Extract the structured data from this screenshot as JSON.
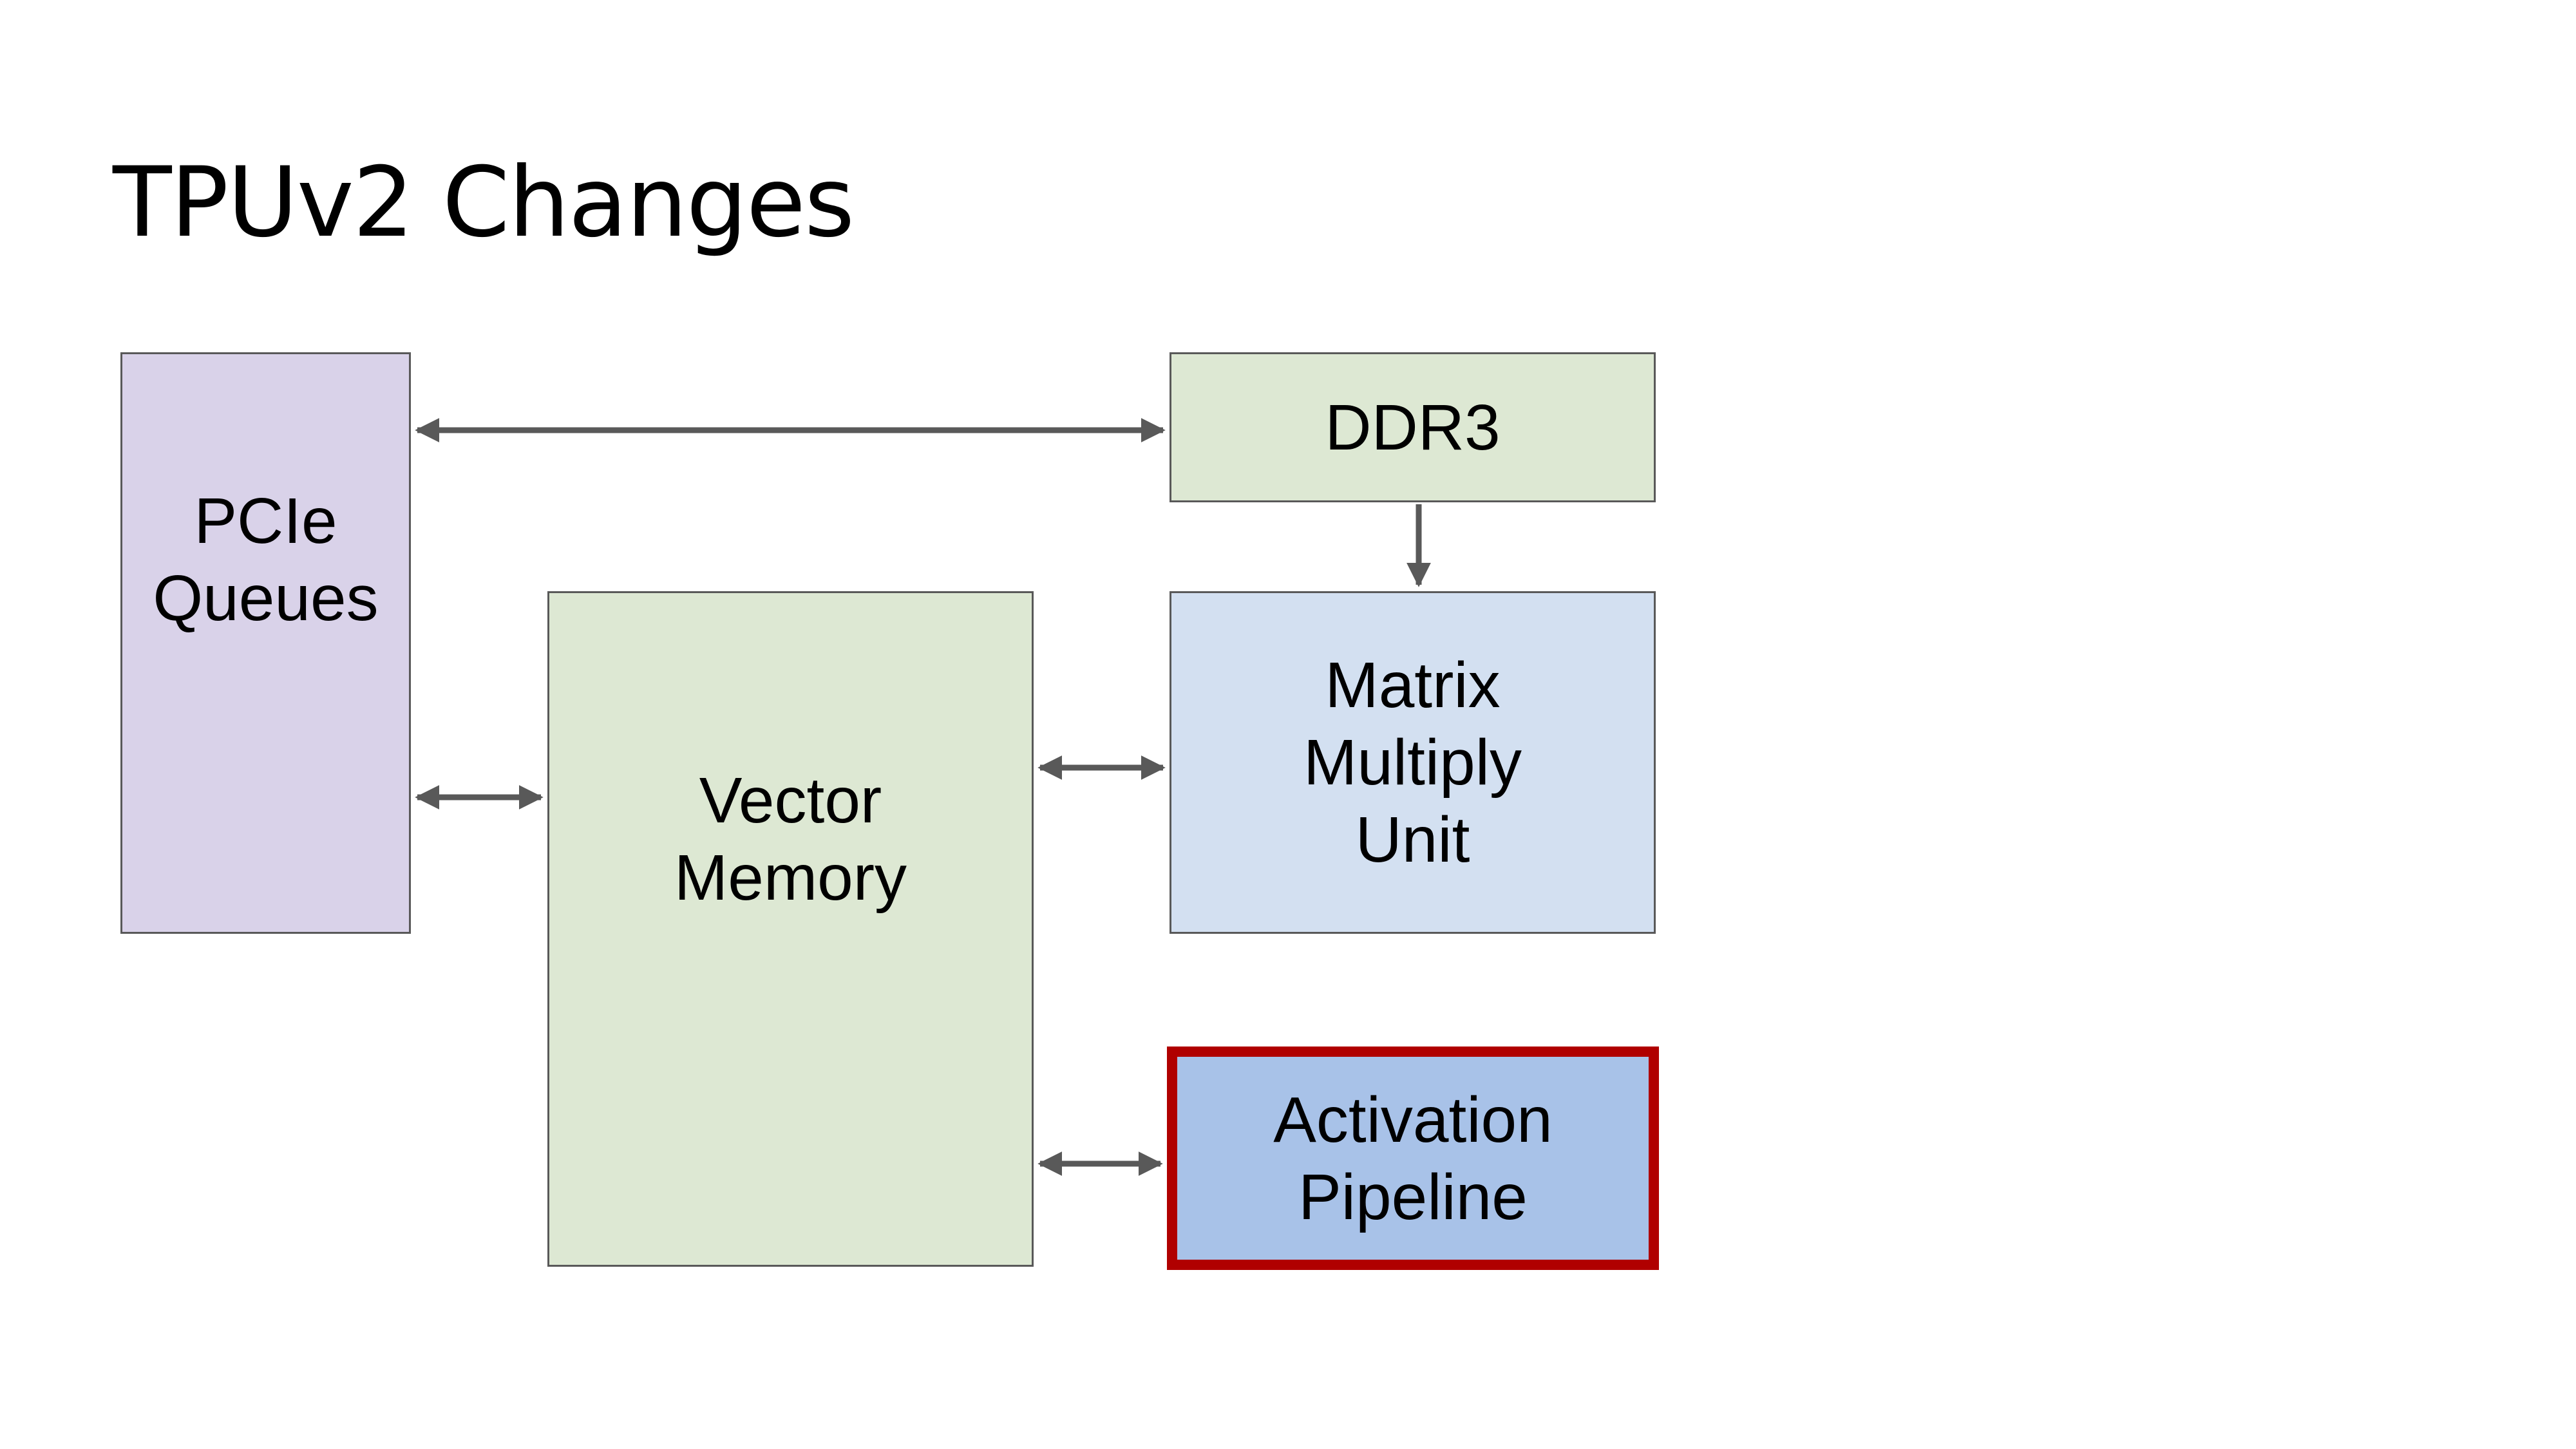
{
  "slide": {
    "title": "TPUv2 Changes"
  },
  "colors": {
    "pcie_fill": "#d9d2e9",
    "ddr3_fill": "#dde8d3",
    "vector_fill": "#dde8d3",
    "matrix_fill": "#d3e0f1",
    "activation_fill": "#a8c2e8",
    "activation_border": "#b00000",
    "block_border": "#595959",
    "arrow": "#595959"
  },
  "blocks": {
    "pcie": {
      "label": "PCIe\nQueues"
    },
    "ddr3": {
      "label": "DDR3"
    },
    "vector": {
      "label": "Vector\nMemory"
    },
    "matrix": {
      "label": "Matrix\nMultiply\nUnit"
    },
    "activation": {
      "label": "Activation\nPipeline",
      "highlighted": true
    }
  },
  "connections": [
    {
      "from": "pcie",
      "to": "ddr3",
      "direction": "bidirectional"
    },
    {
      "from": "ddr3",
      "to": "matrix",
      "direction": "forward"
    },
    {
      "from": "pcie",
      "to": "vector",
      "direction": "bidirectional"
    },
    {
      "from": "vector",
      "to": "matrix",
      "direction": "bidirectional"
    },
    {
      "from": "vector",
      "to": "activation",
      "direction": "bidirectional"
    }
  ]
}
